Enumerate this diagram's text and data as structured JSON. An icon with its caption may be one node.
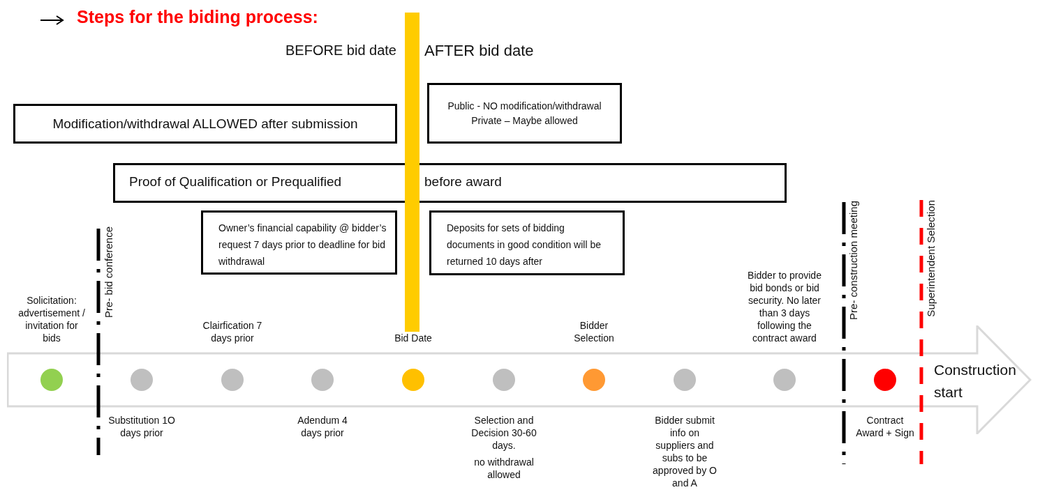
{
  "diagram": {
    "title": "Steps for the biding process:",
    "nodes": [
      {
        "text": [
          "Modification/withdrawal ALLOWED after submission"
        ]
      },
      {
        "text": [
          "Public - NO modification/withdrawal",
          "Private – Maybe allowed"
        ]
      },
      {
        "text": [
          "Proof of Qualification or Prequalified",
          "before award"
        ]
      },
      {
        "text": [
          "Owner’s financial capability @ bidder’s request 7 days prior to deadline for bid withdrawal"
        ]
      },
      {
        "text": [
          "Deposits for sets of bidding documents in good condition will be returned 10 days after"
        ]
      },
      {
        "text": [
          "Construction start"
        ]
      },
      {
        "text": [],
        "shape": "circle",
        "in": 5,
        "beside": [
          "Solicitation: advertisement / invitation for bids"
        ]
      },
      {
        "text": [],
        "shape": "circle",
        "in": 5,
        "beside": [
          "Substitution 1O days prior"
        ]
      },
      {
        "text": [],
        "shape": "circle",
        "in": 5,
        "beside": [
          "Clairfication 7 days prior"
        ]
      },
      {
        "text": [],
        "shape": "circle",
        "in": 5,
        "beside": [
          "Adendum 4 days prior"
        ]
      },
      {
        "text": [],
        "shape": "circle",
        "in": 5,
        "beside": [
          "Bid Date"
        ]
      },
      {
        "text": [],
        "shape": "circle",
        "in": 5,
        "beside": [
          "Selection and Decision 30-60 days.",
          "no withdrawal allowed"
        ]
      },
      {
        "text": [],
        "shape": "circle",
        "in": 5,
        "beside": [
          "Bidder Selection"
        ]
      },
      {
        "text": [],
        "shape": "circle",
        "in": 5,
        "beside": [
          "Bidder submit info on suppliers and subs  to be approved by O and A"
        ]
      },
      {
        "text": [],
        "shape": "circle",
        "in": 5,
        "beside": [
          "Bidder to provide bid bonds or bid security. No later than 3 days following the contract award"
        ]
      },
      {
        "text": [],
        "shape": "circle",
        "in": 5,
        "beside": [
          "Contract Award + Sign"
        ]
      }
    ],
    "labels": [
      "BEFORE bid date",
      "AFTER bid date",
      "Pre- bid conference",
      "Pre- construction meeting",
      "Superintendent Selection"
    ]
  }
}
